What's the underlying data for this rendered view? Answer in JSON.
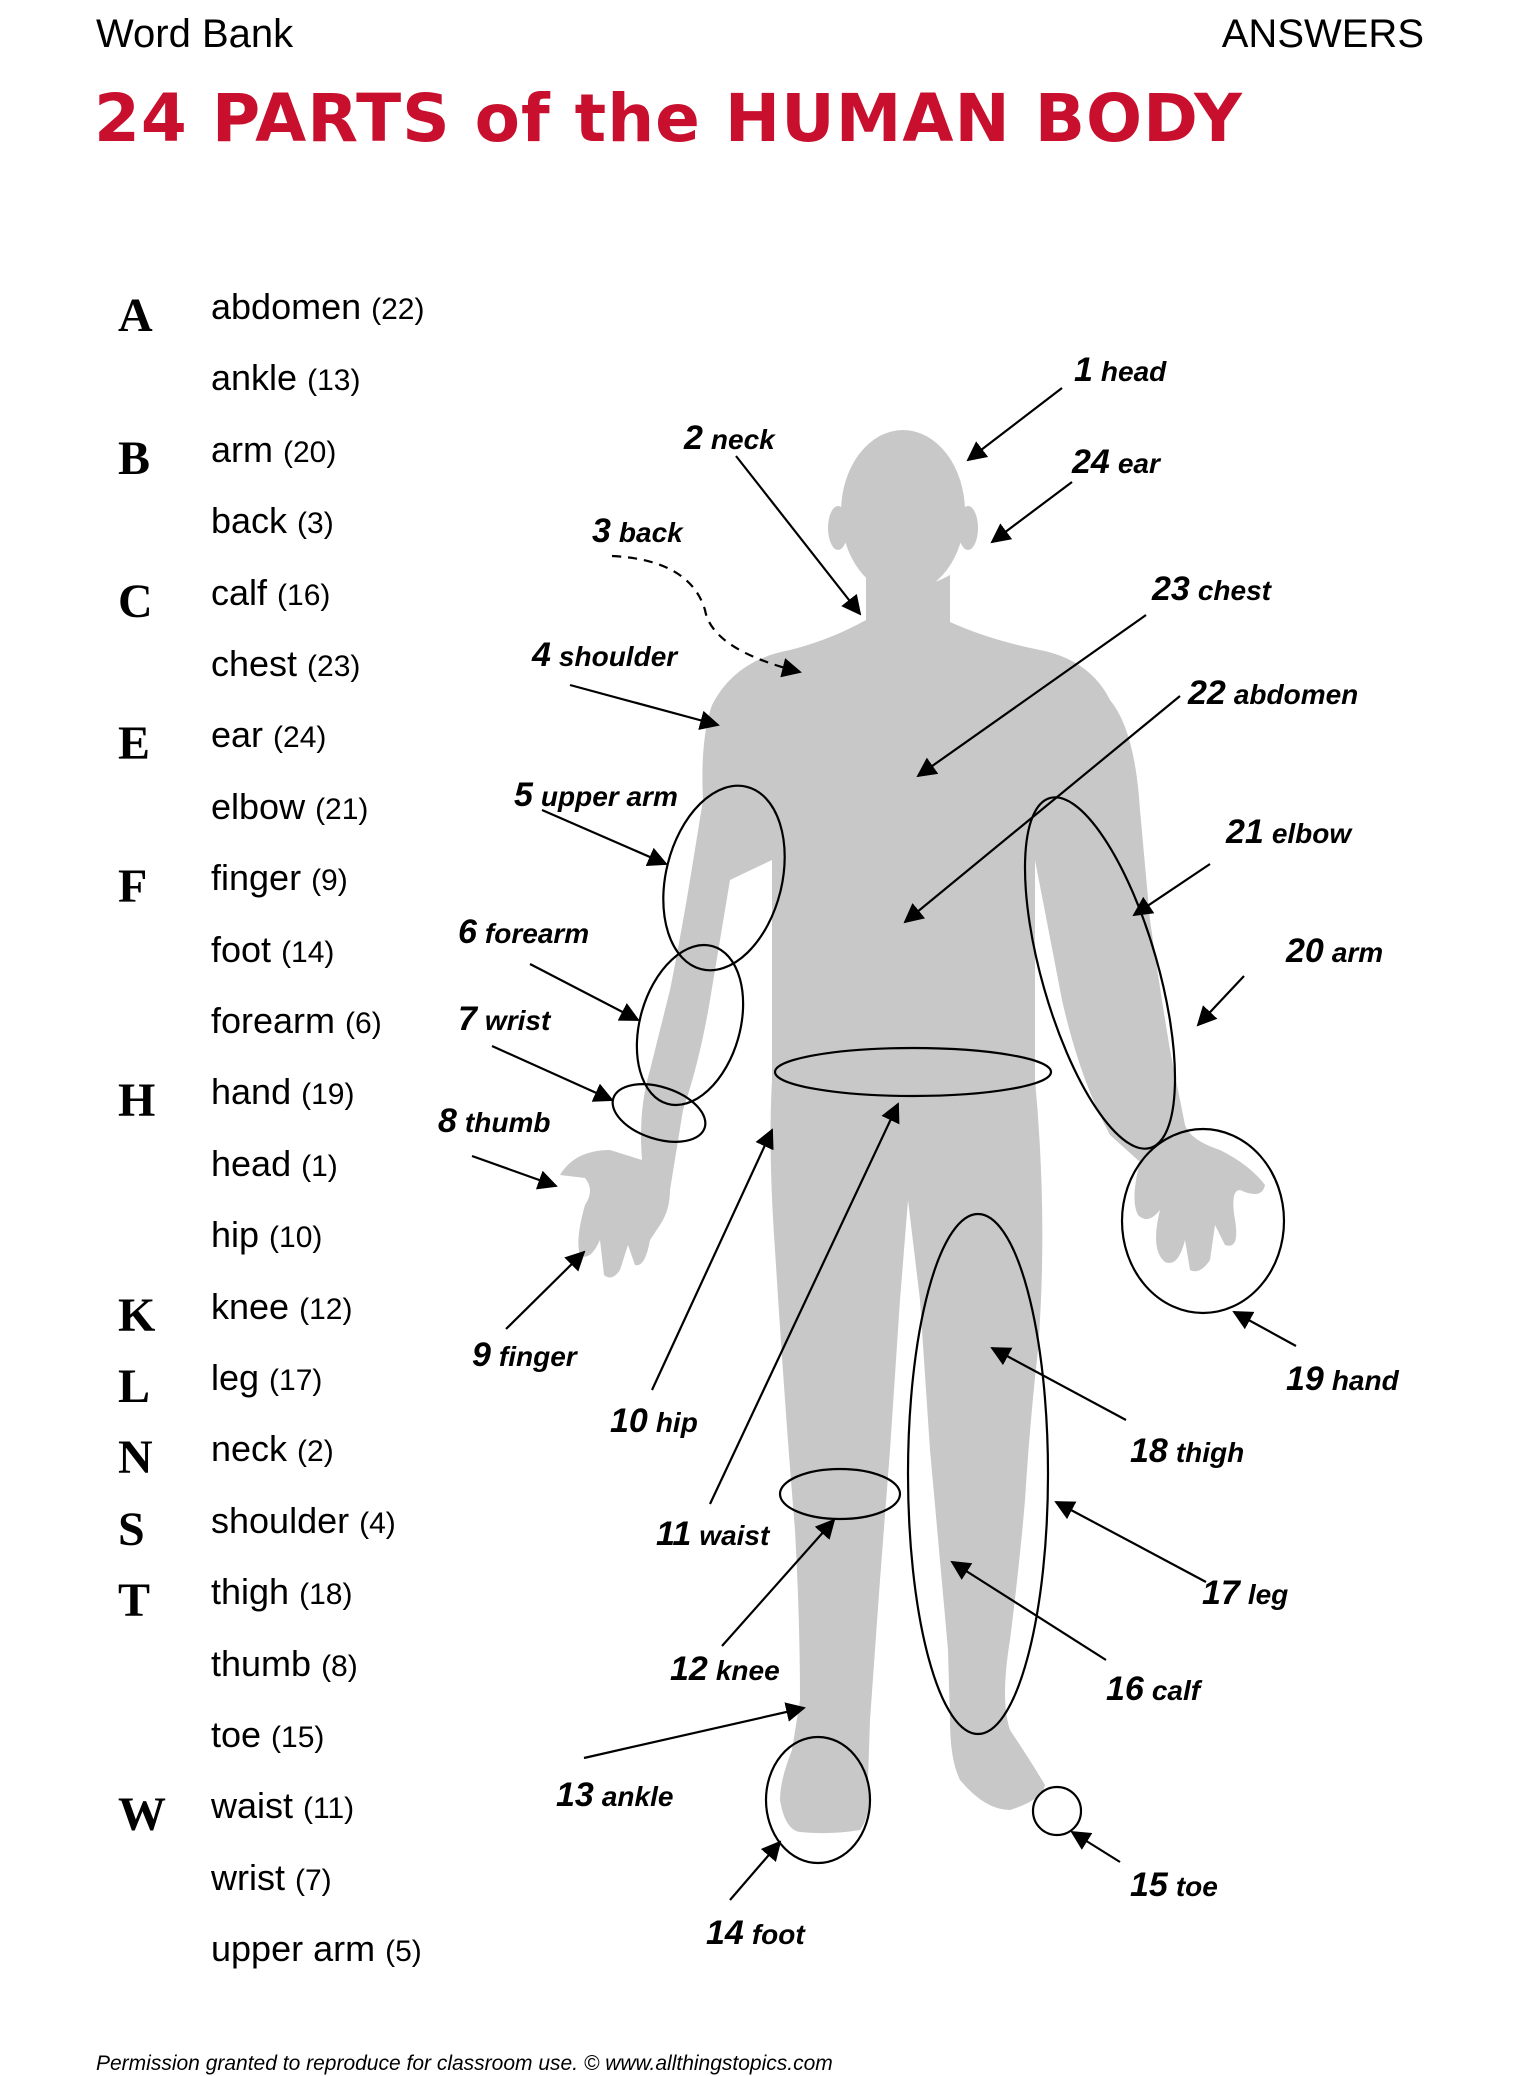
{
  "header": {
    "left": "Word Bank",
    "right": "ANSWERS"
  },
  "title": "24 PARTS of the HUMAN BODY",
  "word_bank": [
    {
      "letter": "A",
      "word": "abdomen",
      "num": "(22)"
    },
    {
      "letter": "",
      "word": "ankle",
      "num": "(13)"
    },
    {
      "letter": "B",
      "word": "arm",
      "num": "(20)"
    },
    {
      "letter": "",
      "word": "back",
      "num": "(3)"
    },
    {
      "letter": "C",
      "word": "calf",
      "num": "(16)"
    },
    {
      "letter": "",
      "word": "chest",
      "num": "(23)"
    },
    {
      "letter": "E",
      "word": "ear",
      "num": "(24)"
    },
    {
      "letter": "",
      "word": "elbow",
      "num": "(21)"
    },
    {
      "letter": "F",
      "word": "finger",
      "num": "(9)"
    },
    {
      "letter": "",
      "word": "foot",
      "num": "(14)"
    },
    {
      "letter": "",
      "word": "forearm",
      "num": "(6)"
    },
    {
      "letter": "H",
      "word": "hand",
      "num": "(19)"
    },
    {
      "letter": "",
      "word": "head",
      "num": "(1)"
    },
    {
      "letter": "",
      "word": "hip",
      "num": "(10)"
    },
    {
      "letter": "K",
      "word": "knee",
      "num": "(12)"
    },
    {
      "letter": "L",
      "word": "leg",
      "num": "(17)"
    },
    {
      "letter": "N",
      "word": "neck",
      "num": "(2)"
    },
    {
      "letter": "S",
      "word": "shoulder",
      "num": "(4)"
    },
    {
      "letter": "T",
      "word": "thigh",
      "num": "(18)"
    },
    {
      "letter": "",
      "word": "thumb",
      "num": "(8)"
    },
    {
      "letter": "",
      "word": "toe",
      "num": "(15)"
    },
    {
      "letter": "W",
      "word": "waist",
      "num": "(11)"
    },
    {
      "letter": "",
      "word": "wrist",
      "num": "(7)"
    },
    {
      "letter": "",
      "word": "upper arm",
      "num": "(5)"
    }
  ],
  "labels": [
    {
      "num": "1",
      "name": "head"
    },
    {
      "num": "2",
      "name": "neck"
    },
    {
      "num": "3",
      "name": "back"
    },
    {
      "num": "4",
      "name": "shoulder"
    },
    {
      "num": "5",
      "name": "upper arm"
    },
    {
      "num": "6",
      "name": "forearm"
    },
    {
      "num": "7",
      "name": "wrist"
    },
    {
      "num": "8",
      "name": "thumb"
    },
    {
      "num": "9",
      "name": "finger"
    },
    {
      "num": "10",
      "name": "hip"
    },
    {
      "num": "11",
      "name": "waist"
    },
    {
      "num": "12",
      "name": "knee"
    },
    {
      "num": "13",
      "name": "ankle"
    },
    {
      "num": "14",
      "name": "foot"
    },
    {
      "num": "15",
      "name": "toe"
    },
    {
      "num": "16",
      "name": "calf"
    },
    {
      "num": "17",
      "name": "leg"
    },
    {
      "num": "18",
      "name": "thigh"
    },
    {
      "num": "19",
      "name": "hand"
    },
    {
      "num": "20",
      "name": "arm"
    },
    {
      "num": "21",
      "name": "elbow"
    },
    {
      "num": "22",
      "name": "abdomen"
    },
    {
      "num": "23",
      "name": "chest"
    },
    {
      "num": "24",
      "name": "ear"
    }
  ],
  "footer": "Permission granted to reproduce for classroom use.  © www.allthingstopics.com",
  "colors": {
    "title": "#c8102e",
    "silhouette": "#c8c8c8"
  }
}
